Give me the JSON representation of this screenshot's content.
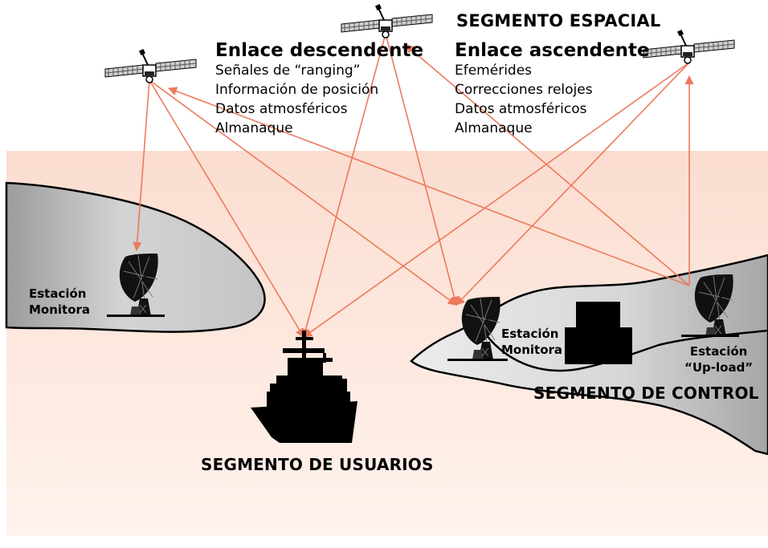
{
  "title": "SEGMENTO ESPACIAL",
  "downlink": {
    "heading": "Enlace descendente",
    "items": [
      "Señales de “ranging”",
      "Información de posición",
      "Datos atmosféricos",
      "Almanaque"
    ]
  },
  "uplink": {
    "heading": "Enlace ascendente",
    "items": [
      "Efemérides",
      "Correcciones relojes",
      "Datos atmosféricos",
      "Almanaque"
    ]
  },
  "stations": {
    "left_monitor": [
      "Estación",
      "Monitora"
    ],
    "right_monitor": [
      "Estación",
      "Monitora"
    ],
    "upload": [
      "Estación",
      "“Up-load”"
    ]
  },
  "segments": {
    "control": "SEGMENTO DE CONTROL",
    "users": "SEGMENTO DE USUARIOS"
  },
  "colors": {
    "ground_band": "#fde9df",
    "land": "#d2d2d2",
    "link_line": "#ec7a5c",
    "ink": "#000000"
  },
  "icons": [
    "satellite-icon",
    "dish-antenna-icon",
    "ship-icon",
    "control-building-icon"
  ]
}
